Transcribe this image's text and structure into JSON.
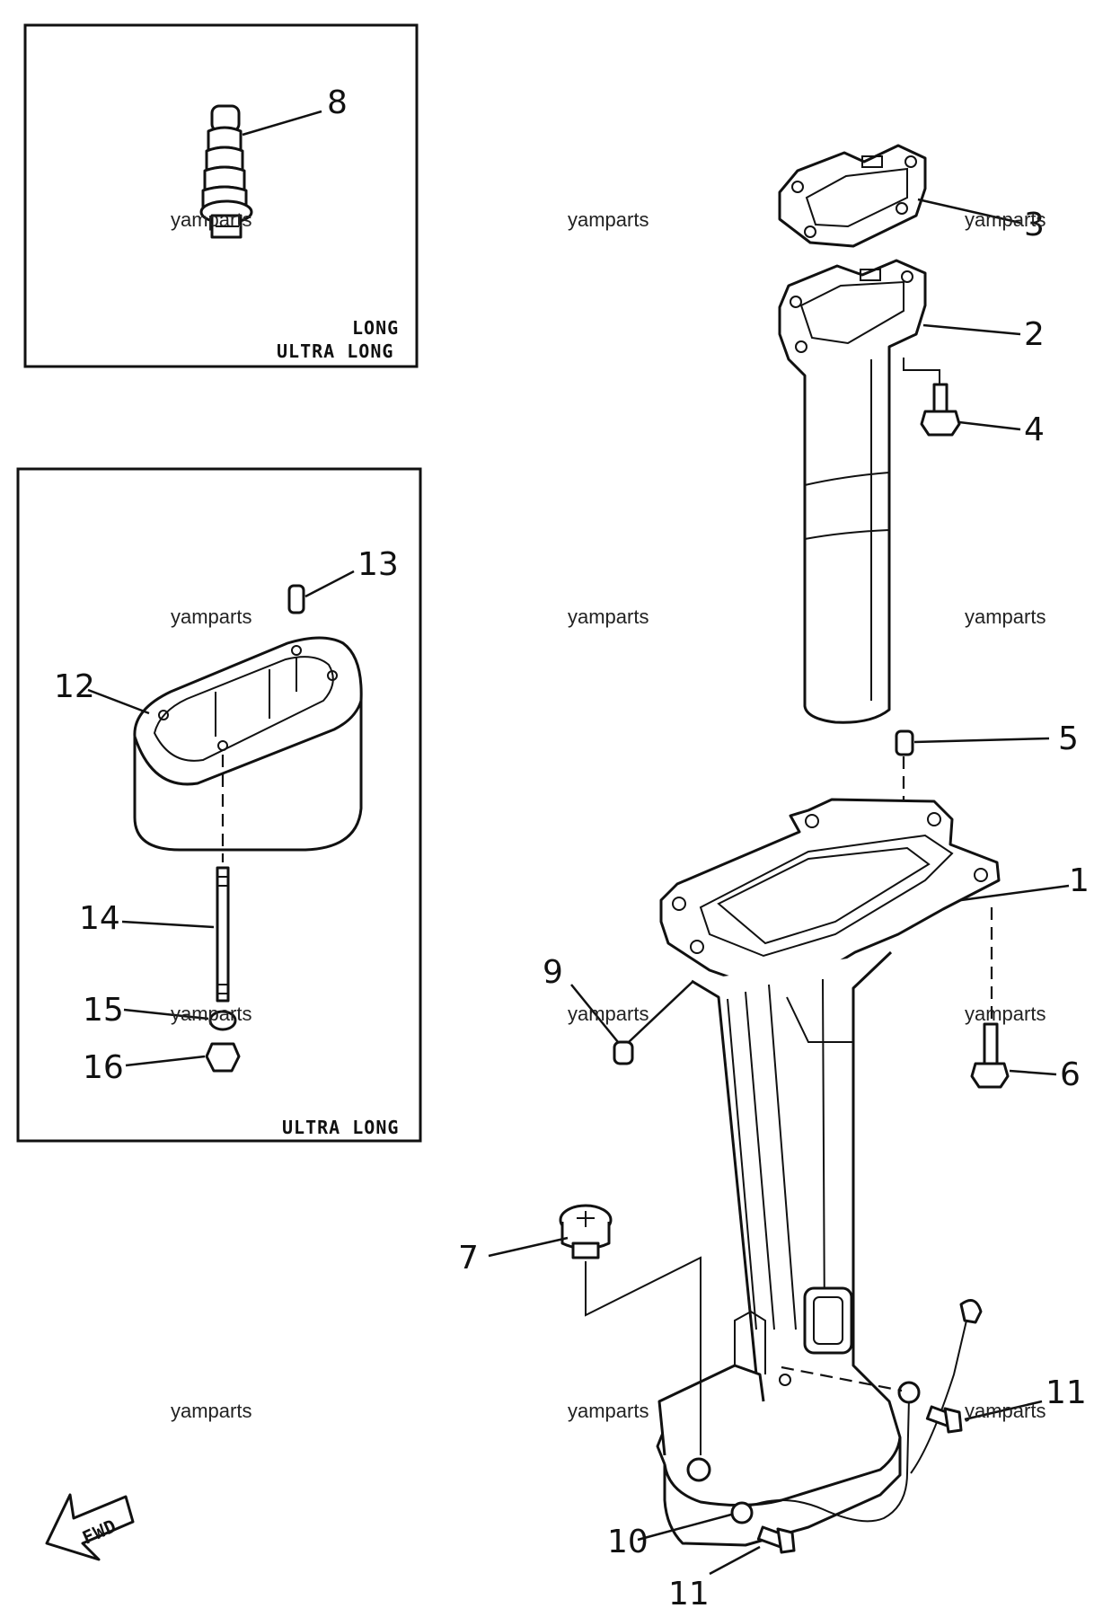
{
  "callouts": [
    "1",
    "2",
    "3",
    "4",
    "5",
    "6",
    "7",
    "8",
    "9",
    "10",
    "11",
    "11",
    "12",
    "13",
    "14",
    "15",
    "16"
  ],
  "boxes": {
    "top_left": {
      "line1": "LONG",
      "line2": "ULTRA LONG"
    },
    "mid_left": {
      "line1": "ULTRA LONG"
    }
  },
  "watermark": "yamparts",
  "fwd_label": "FWD"
}
